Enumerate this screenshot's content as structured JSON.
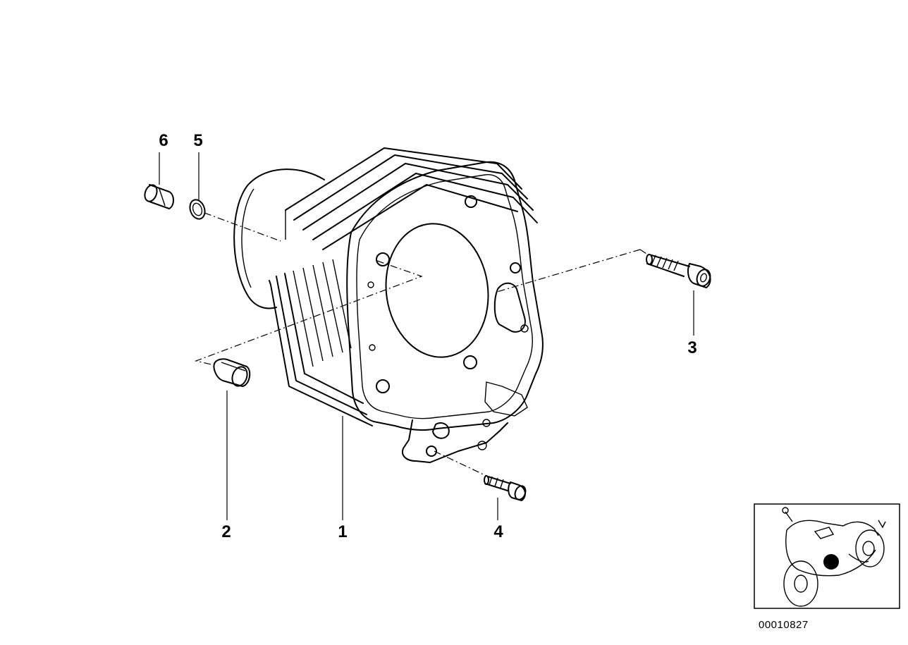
{
  "diagram": {
    "callouts": [
      "1",
      "2",
      "3",
      "4",
      "5",
      "6"
    ],
    "drawing_number": "00010827"
  },
  "colors": {
    "line": "#000000",
    "background": "#ffffff",
    "marker": "#000000"
  }
}
